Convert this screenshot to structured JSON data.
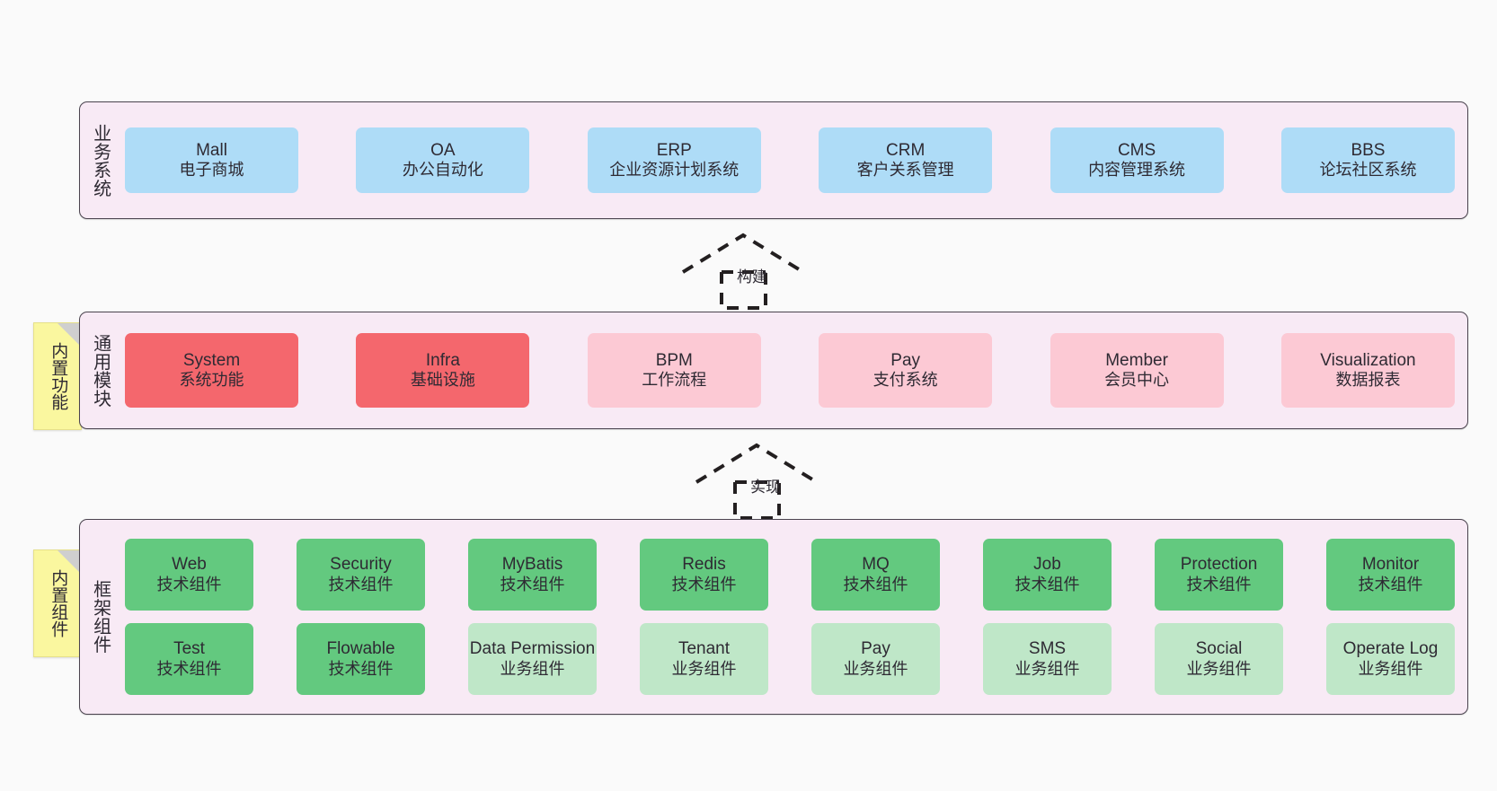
{
  "canvas": {
    "background": "#fafafa",
    "panel_bg": "#f8eaf5",
    "panel_border": "#4a434e",
    "sticky_bg": "#faf79f"
  },
  "layers": [
    {
      "id": "business",
      "label": "业务系统",
      "cards": [
        {
          "en": "Mall",
          "cn": "电子商城",
          "color": "#aedcf7"
        },
        {
          "en": "OA",
          "cn": "办公自动化",
          "color": "#aedcf7"
        },
        {
          "en": "ERP",
          "cn": "企业资源计划系统",
          "color": "#aedcf7"
        },
        {
          "en": "CRM",
          "cn": "客户关系管理",
          "color": "#aedcf7"
        },
        {
          "en": "CMS",
          "cn": "内容管理系统",
          "color": "#aedcf7"
        },
        {
          "en": "BBS",
          "cn": "论坛社区系统",
          "color": "#aedcf7"
        }
      ]
    },
    {
      "id": "common",
      "label": "通用模块",
      "sticky": "内置功能",
      "cards": [
        {
          "en": "System",
          "cn": "系统功能",
          "color": "#f4676d"
        },
        {
          "en": "Infra",
          "cn": "基础设施",
          "color": "#f4676d"
        },
        {
          "en": "BPM",
          "cn": "工作流程",
          "color": "#fcc9d4"
        },
        {
          "en": "Pay",
          "cn": "支付系统",
          "color": "#fcc9d4"
        },
        {
          "en": "Member",
          "cn": "会员中心",
          "color": "#fcc9d4"
        },
        {
          "en": "Visualization",
          "cn": "数据报表",
          "color": "#fcc9d4"
        }
      ]
    },
    {
      "id": "framework",
      "label": "框架组件",
      "sticky": "内置组件",
      "row1": [
        {
          "en": "Web",
          "cn": "技术组件",
          "color": "#63c97f"
        },
        {
          "en": "Security",
          "cn": "技术组件",
          "color": "#63c97f"
        },
        {
          "en": "MyBatis",
          "cn": "技术组件",
          "color": "#63c97f"
        },
        {
          "en": "Redis",
          "cn": "技术组件",
          "color": "#63c97f"
        },
        {
          "en": "MQ",
          "cn": "技术组件",
          "color": "#63c97f"
        },
        {
          "en": "Job",
          "cn": "技术组件",
          "color": "#63c97f"
        },
        {
          "en": "Protection",
          "cn": "技术组件",
          "color": "#63c97f"
        },
        {
          "en": "Monitor",
          "cn": "技术组件",
          "color": "#63c97f"
        }
      ],
      "row2": [
        {
          "en": "Test",
          "cn": "技术组件",
          "color": "#63c97f"
        },
        {
          "en": "Flowable",
          "cn": "技术组件",
          "color": "#63c97f"
        },
        {
          "en": "Data Permission",
          "cn": "业务组件",
          "color": "#bfe7c8"
        },
        {
          "en": "Tenant",
          "cn": "业务组件",
          "color": "#bfe7c8"
        },
        {
          "en": "Pay",
          "cn": "业务组件",
          "color": "#bfe7c8"
        },
        {
          "en": "SMS",
          "cn": "业务组件",
          "color": "#bfe7c8"
        },
        {
          "en": "Social",
          "cn": "业务组件",
          "color": "#bfe7c8"
        },
        {
          "en": "Operate Log",
          "cn": "业务组件",
          "color": "#bfe7c8"
        }
      ]
    }
  ],
  "arrows": [
    {
      "id": "build",
      "label": "构建"
    },
    {
      "id": "implement",
      "label": "实现"
    }
  ]
}
